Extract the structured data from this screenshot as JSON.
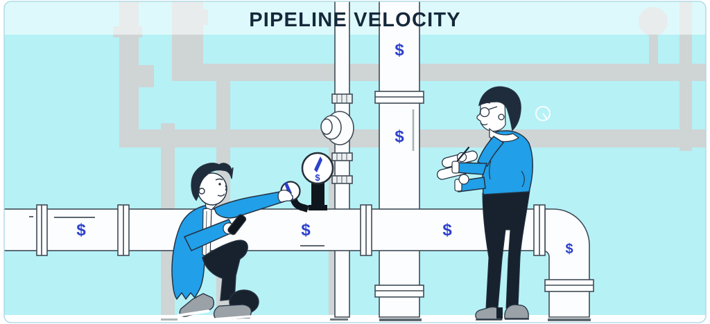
{
  "title": "PIPELINE VELOCITY",
  "currency_symbol": "$",
  "scene": {
    "description": "Illustration of two workers inspecting a money pipeline with pressure gauges",
    "characters": [
      "kneeling technician adjusting gauge",
      "standing inspector taking notes"
    ]
  },
  "colors": {
    "background_cyan": "#b6f1f6",
    "top_band_overlay": "#ffffff",
    "background_pipe_gray": "#cfd4d4",
    "pipe_white": "#fcfdfe",
    "pipe_outline": "#3f4a55",
    "accent_blue": "#219fe8",
    "dollar_blue": "#2b41cc",
    "dark_navy": "#16283a"
  }
}
